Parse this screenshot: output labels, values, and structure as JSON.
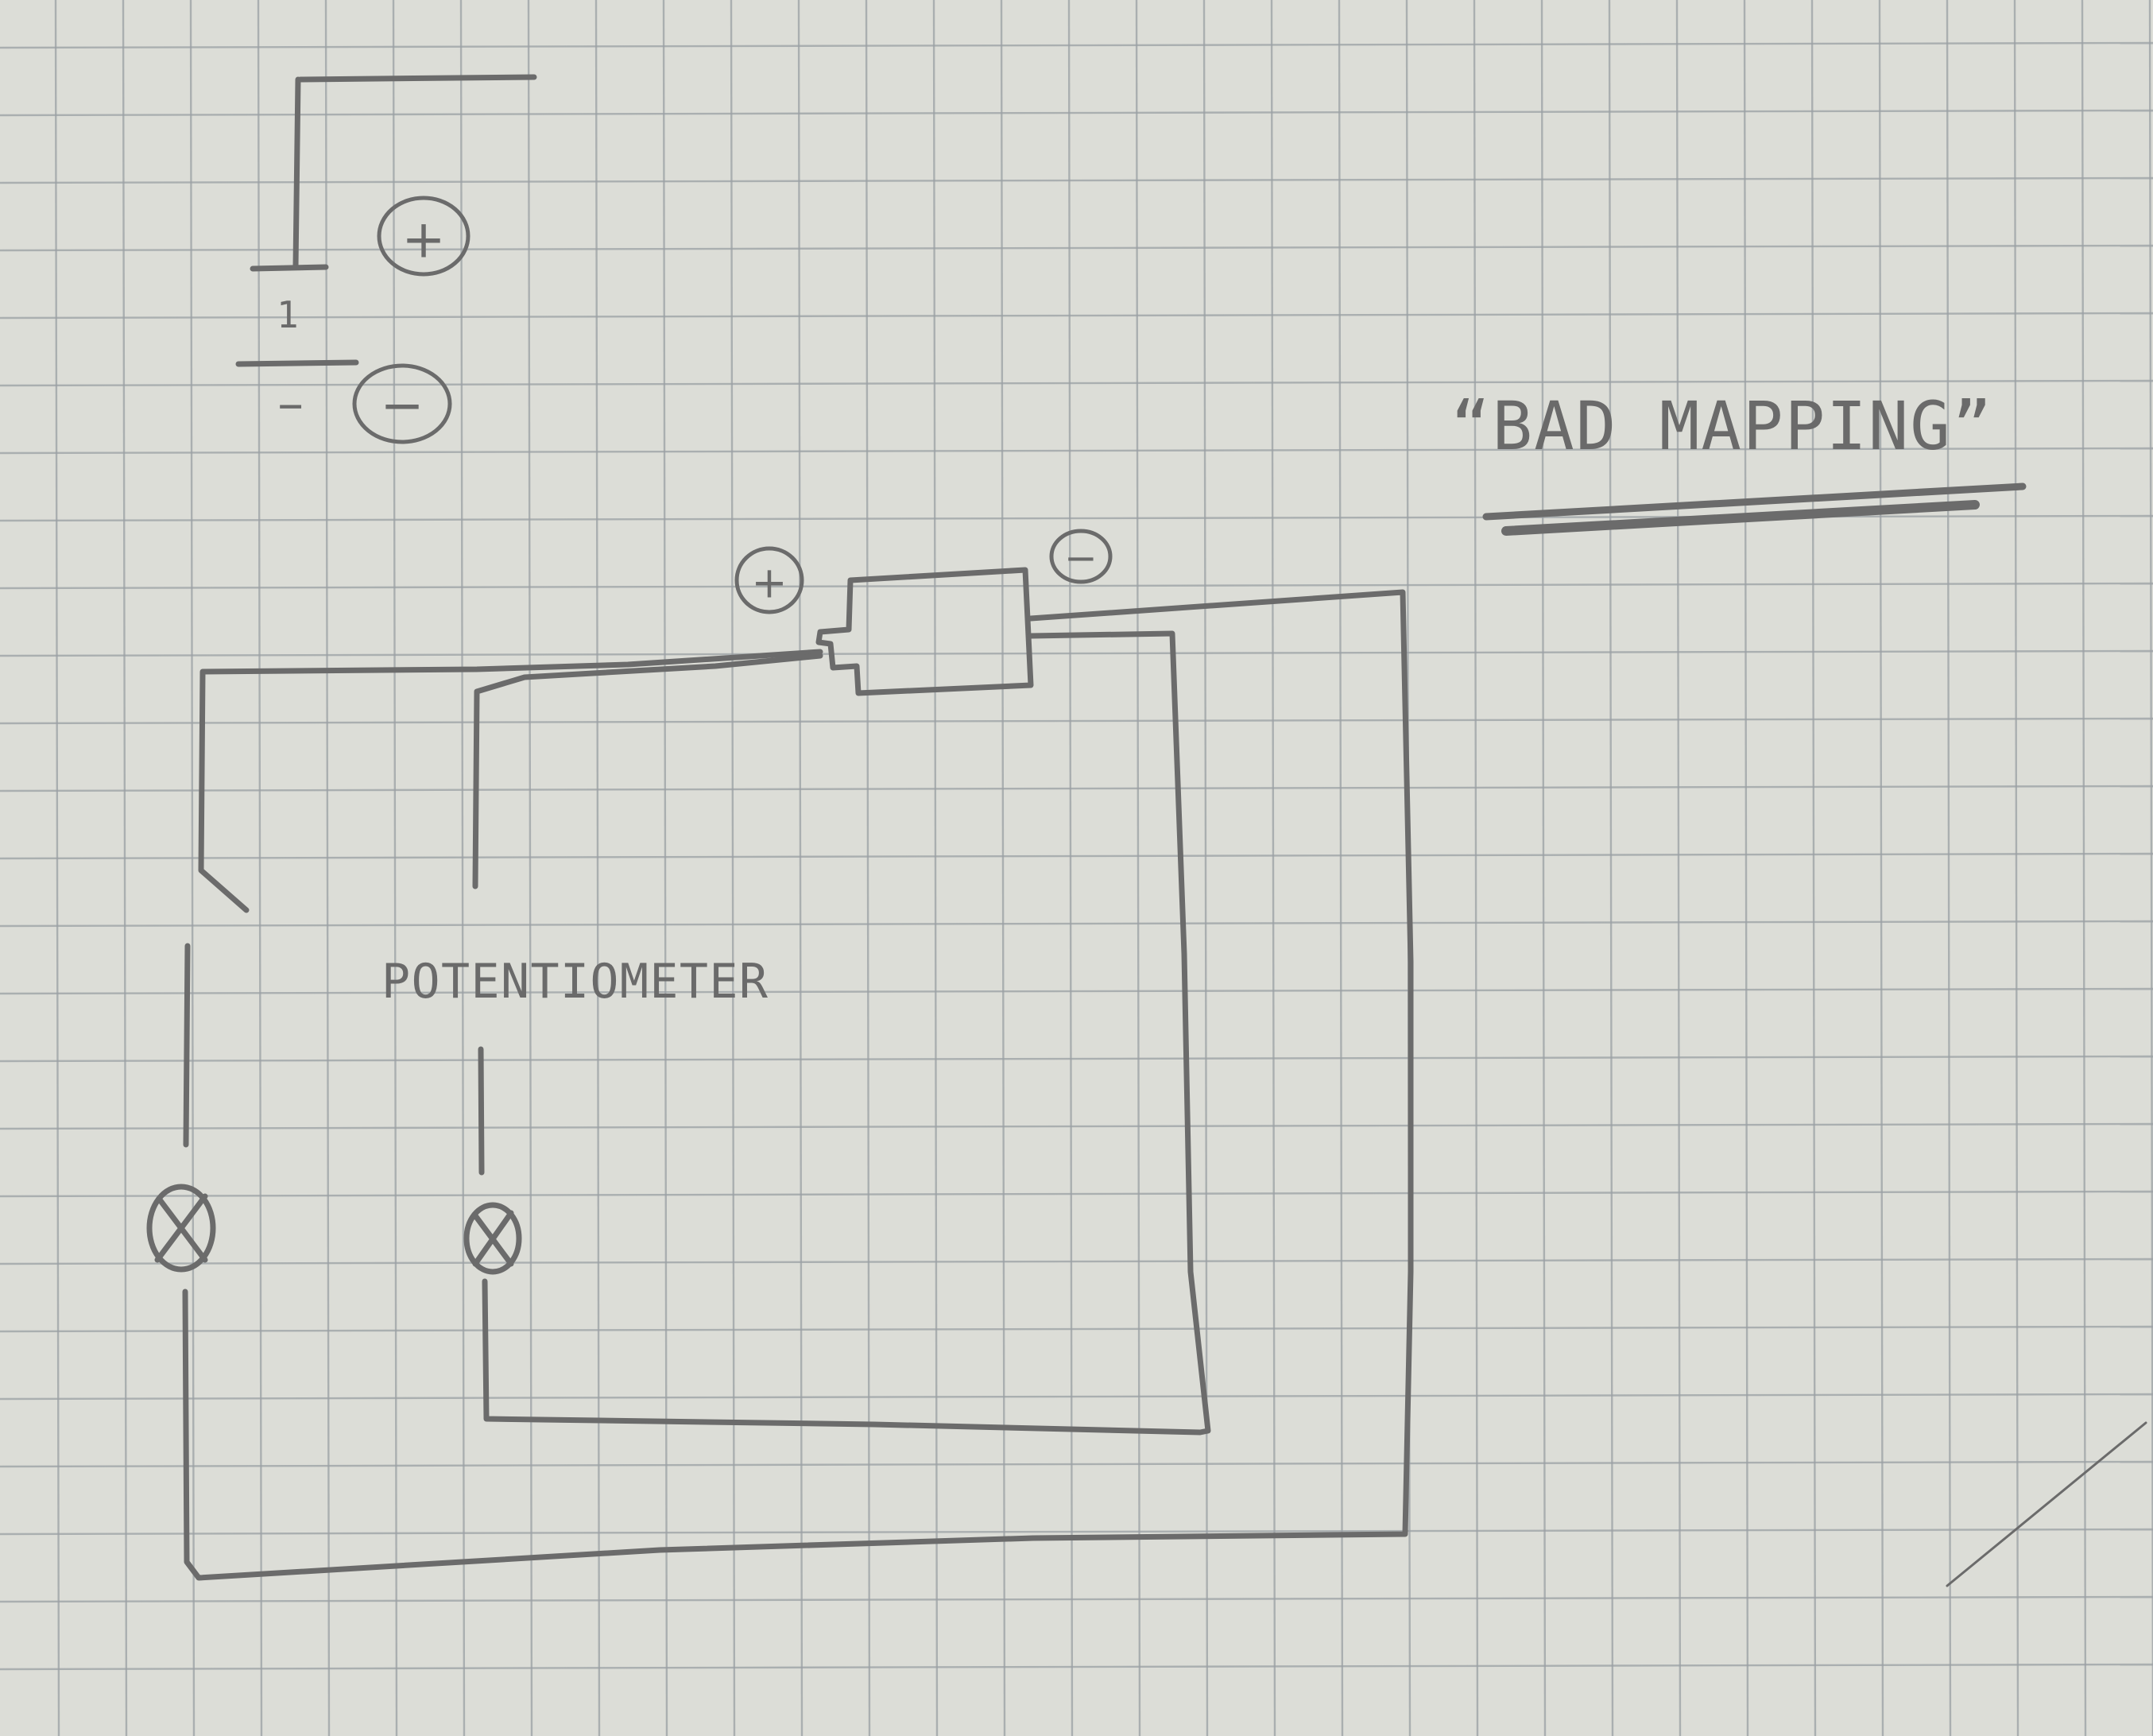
{
  "diagram": {
    "labels": {
      "battery_plus": "+",
      "battery_minus": "−",
      "battery_tick_plus": "1",
      "battery_tick_minus": "−",
      "switch_plus": "+",
      "switch_minus": "−",
      "potentiometer": "POTENTIOMETER",
      "note": "“BAD MAPPING”"
    },
    "colors": {
      "paper": "#dcddd7",
      "grid": "#9aa0a4",
      "pencil": "#6b6b6b"
    },
    "components": [
      {
        "id": "battery",
        "kind": "battery"
      },
      {
        "id": "switch-box",
        "kind": "switch"
      },
      {
        "id": "lamp-left",
        "kind": "lamp"
      },
      {
        "id": "lamp-right",
        "kind": "lamp"
      },
      {
        "id": "potentiometer",
        "kind": "potentiometer"
      }
    ]
  }
}
